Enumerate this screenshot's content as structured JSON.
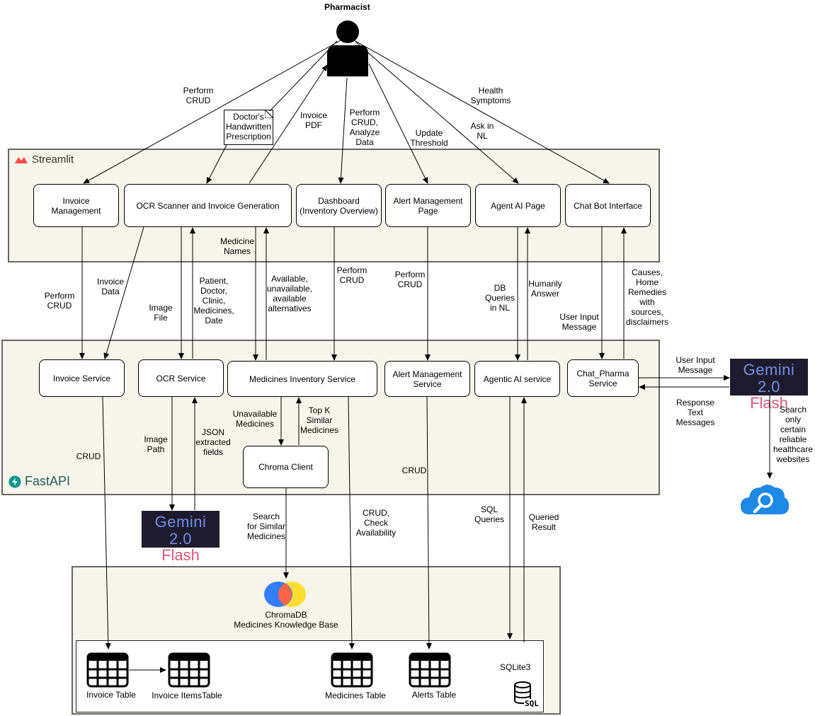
{
  "actor": "Pharmacist",
  "layers": {
    "streamlit": "Streamlit",
    "fastapi": "FastAPI",
    "sqlite": "SQLite3"
  },
  "note": "Doctor's\nHandwritten\nPrescription",
  "streamlit_pages": {
    "invoice_management": "Invoice Management",
    "ocr_scanner": "OCR Scanner and Invoice Generation",
    "dashboard": "Dashboard\n(Inventory Overview)",
    "alert_page": "Alert Management\nPage",
    "agent_page": "Agent AI Page",
    "chatbot": "Chat Bot Interface"
  },
  "services": {
    "invoice": "Invoice Service",
    "ocr": "OCR Service",
    "inventory": "Medicines Inventory Service",
    "alert": "Alert Management\nService",
    "agentic": "Agentic AI service",
    "chat": "Chat_Pharma\nService",
    "chroma_client": "Chroma Client"
  },
  "gemini": {
    "line1": "Gemini 2.0",
    "line2": "Flash"
  },
  "chromadb": "ChromaDB\nMedicines Knowledge Base",
  "tables": {
    "invoice": "Invoice Table",
    "invoice_items": "Invoice ItemsTable",
    "medicines": "Medicines Table",
    "alerts": "Alerts Table"
  },
  "edge_labels": {
    "perform_crud_top": "Perform\nCRUD",
    "invoice_pdf": "Invoice\nPDF",
    "perform_crud_analyze": "Perform\nCRUD,\nAnalyze\nData",
    "update_threshold": "Update\nThreshold",
    "ask_nl": "Ask in\nNL",
    "health_symptoms": "Health\nSymptoms",
    "invoice_data": "Invoice\nData",
    "perform_crud_left": "Perform\nCRUD",
    "image_file": "Image\nFile",
    "patient_details": "Patient,\nDoctor,\nClinic,\nMedicines,\nDate",
    "medicine_names": "Medicine\nNames",
    "availability": "Available,\nunavailable,\navailable\nalternatives",
    "perform_crud_dash": "Perform\nCRUD",
    "perform_crud_alert": "Perform\nCRUD",
    "db_queries_nl": "DB\nQueries\nin NL",
    "humanly_answer": "Humanly\nAnswer",
    "user_input_message": "User Input\nMessage",
    "causes": "Causes,\nHome\nRemedies\nwith\nsources,\ndisclaimers",
    "user_input_message_right": "User Input\nMessage",
    "response_text": "Response\nText\nMessages",
    "search_reliable": "Search\nonly\ncertain\nreliable\nhealthcare\nwebsites",
    "crud_invoice": "CRUD",
    "image_path": "Image\nPath",
    "json_fields": "JSON\nextracted\nfields",
    "unavailable_medicines": "Unavailable\nMedicines",
    "top_k": "Top K\nSimilar\nMedicines",
    "search_similar": "Search\nfor Similar\nMedicines",
    "crud_check": "CRUD,\nCheck\nAvailability",
    "crud_alert": "CRUD",
    "sql_queries": "SQL\nQueries",
    "queried_result": "Queried\nResult"
  },
  "sql_badge": "SQL"
}
